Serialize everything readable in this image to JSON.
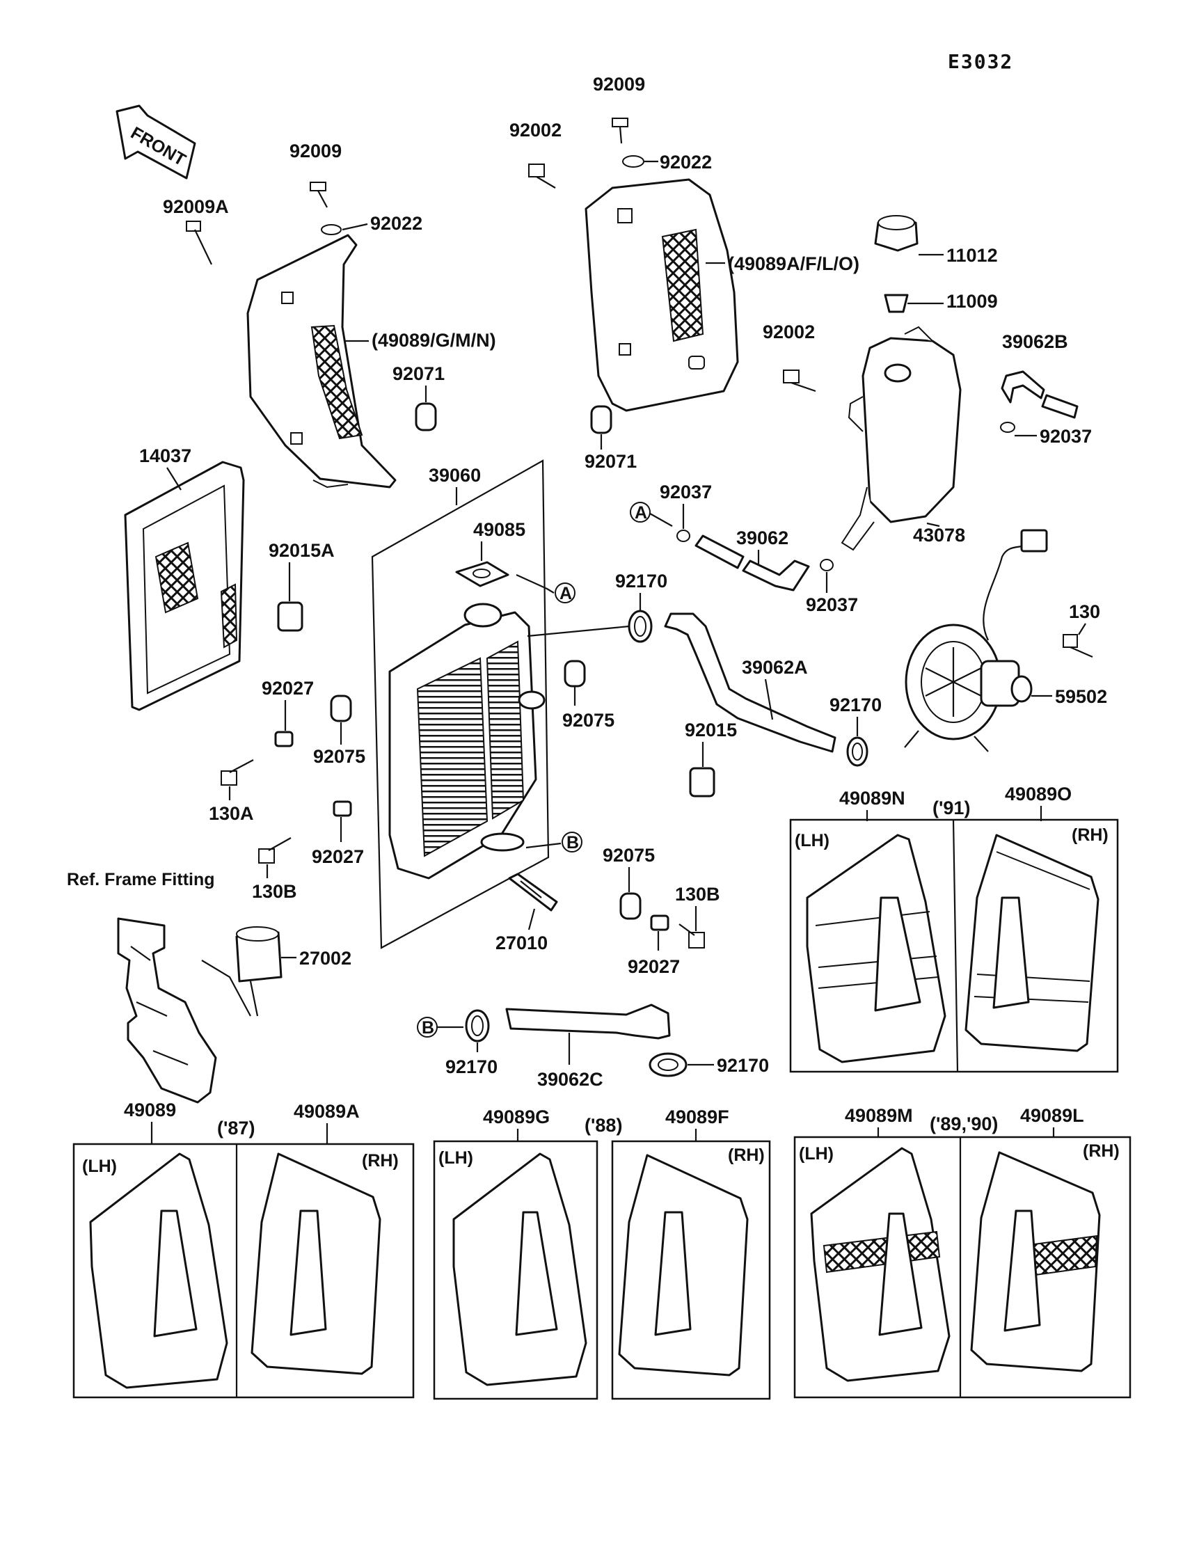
{
  "diagram_code": "E3032",
  "front_arrow": "FRONT",
  "ref_frame_fitting": "Ref. Frame Fitting",
  "markers": {
    "a": "A",
    "b": "B"
  },
  "labels": {
    "p92009_left": "92009",
    "p92022_left": "92022",
    "p92009A": "92009A",
    "p49089GMN": "(49089/G/M/N)",
    "p92071_left": "92071",
    "p92002_top": "92002",
    "p92009_top": "92009",
    "p92022_top": "92022",
    "p49089AFLO": "(49089A/F/L/O)",
    "p11012": "11012",
    "p11009": "11009",
    "p92002_mid": "92002",
    "p39062B": "39062B",
    "p92037_right": "92037",
    "p92071_mid": "92071",
    "p14037": "14037",
    "p39060": "39060",
    "p49085": "49085",
    "p92037_a": "92037",
    "p39062": "39062",
    "p43078": "43078",
    "p92037_b": "92037",
    "p92015A": "92015A",
    "p92170_top": "92170",
    "p130": "130",
    "p39062A": "39062A",
    "p59502": "59502",
    "p92027_a": "92027",
    "p92075_left": "92075",
    "p92075_mid": "92075",
    "p92170_mid": "92170",
    "p92015": "92015",
    "p130A": "130A",
    "p92027_b": "92027",
    "p130B_left": "130B",
    "p92075_low": "92075",
    "p130B_right": "130B",
    "p27010": "27010",
    "p27002": "27002",
    "p92027_c": "92027",
    "p92170_low": "92170",
    "p39062C": "39062C",
    "p92170_right": "92170"
  },
  "variants": {
    "y91": {
      "year": "('91)",
      "lh_part": "49089N",
      "rh_part": "49089O",
      "lh": "(LH)",
      "rh": "(RH)"
    },
    "y87": {
      "year": "('87)",
      "lh_part": "49089",
      "rh_part": "49089A",
      "lh": "(LH)",
      "rh": "(RH)"
    },
    "y88": {
      "year": "('88)",
      "lh_part": "49089G",
      "rh_part": "49089F",
      "lh": "(LH)",
      "rh": "(RH)"
    },
    "y8990": {
      "year": "('89,'90)",
      "lh_part": "49089M",
      "rh_part": "49089L",
      "lh": "(LH)",
      "rh": "(RH)"
    }
  }
}
